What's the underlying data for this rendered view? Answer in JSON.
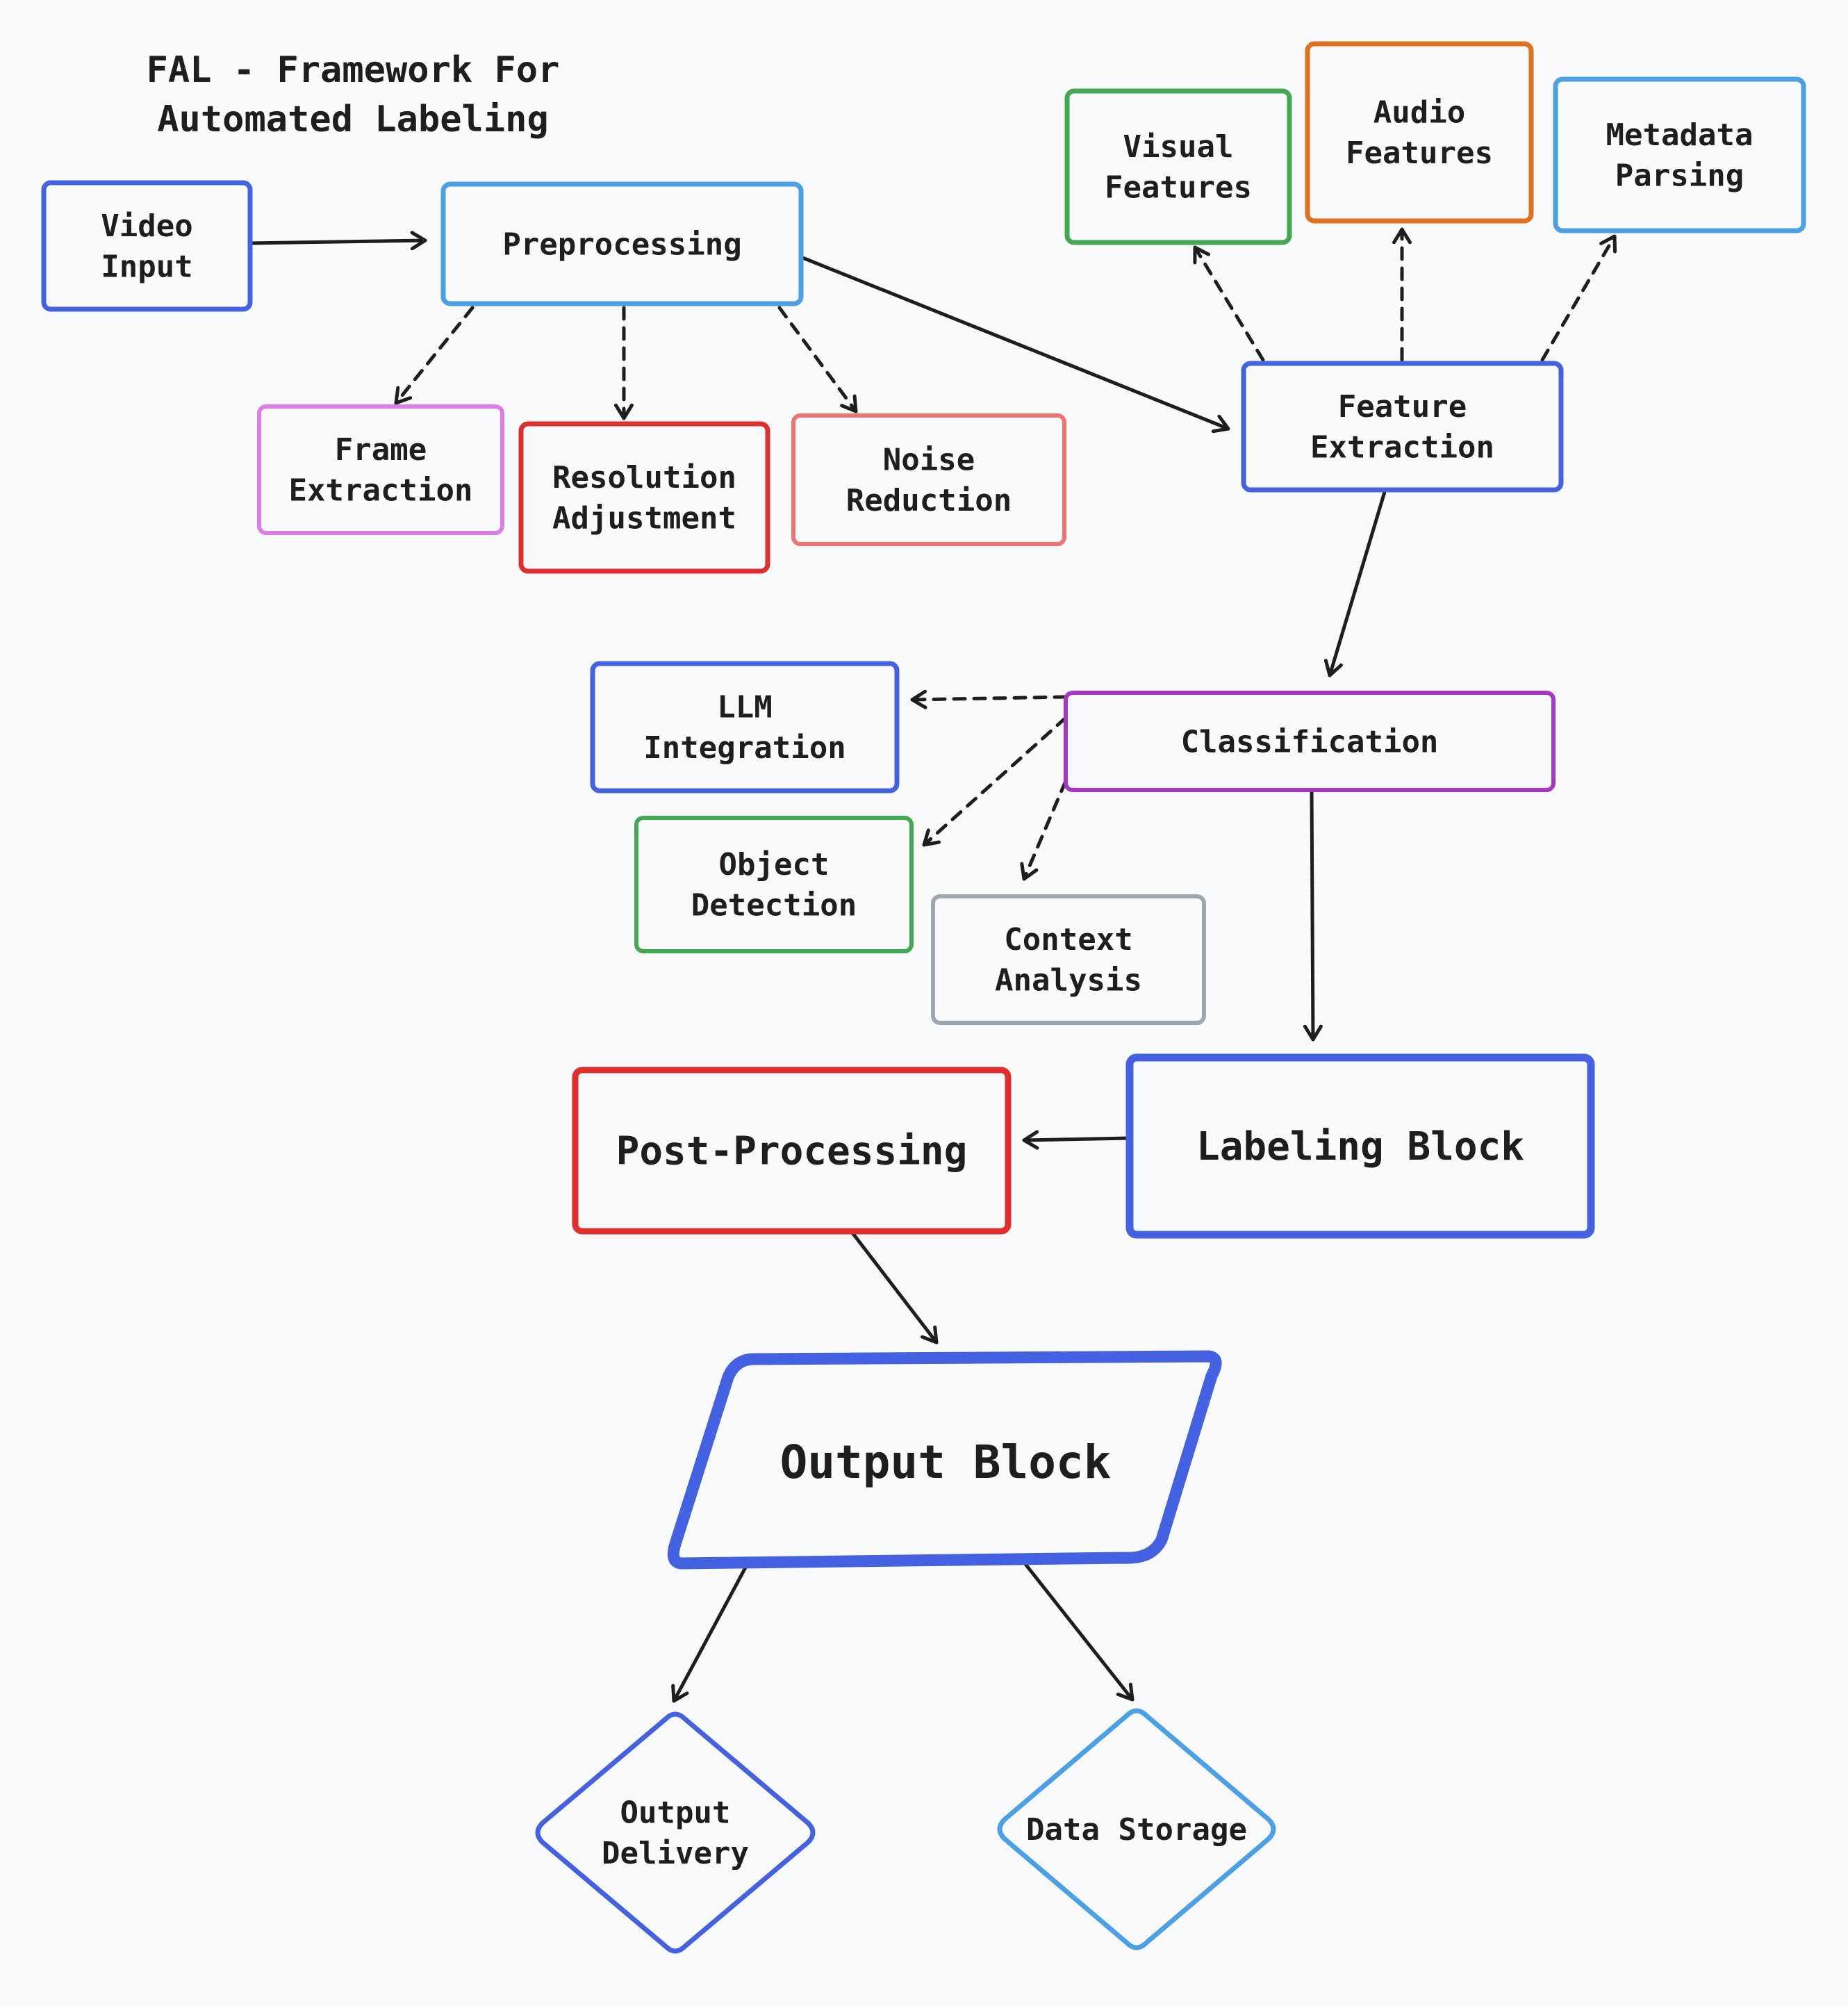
{
  "title": {
    "lines": [
      "FAL - Framework For",
      "Automated Labeling"
    ]
  },
  "colors": {
    "background": "#f8fafc",
    "text": "#1e1e1e",
    "royal_blue": "#4361e0",
    "sky_blue": "#4ca0e6",
    "green": "#43a853",
    "orange": "#e1701f",
    "violet": "#a636c4",
    "orchid": "#dd7ee6",
    "red": "#de2e2e",
    "salmon": "#f07272",
    "gray": "#9ea6b2"
  },
  "nodes": [
    {
      "id": "video_input",
      "name": "video-input-node",
      "lines": [
        "Video",
        "Input"
      ],
      "shape": "rect",
      "color": "royal_blue"
    },
    {
      "id": "preprocessing",
      "name": "preprocessing-node",
      "lines": [
        "Preprocessing"
      ],
      "shape": "rect",
      "color": "sky_blue"
    },
    {
      "id": "frame_extraction",
      "name": "frame-extraction-node",
      "lines": [
        "Frame",
        "Extraction"
      ],
      "shape": "rect",
      "color": "orchid"
    },
    {
      "id": "resolution_adjustment",
      "name": "resolution-adjustment-node",
      "lines": [
        "Resolution",
        "Adjustment"
      ],
      "shape": "rect",
      "color": "red"
    },
    {
      "id": "noise_reduction",
      "name": "noise-reduction-node",
      "lines": [
        "Noise",
        "Reduction"
      ],
      "shape": "rect",
      "color": "salmon"
    },
    {
      "id": "visual_features",
      "name": "visual-features-node",
      "lines": [
        "Visual",
        "Features"
      ],
      "shape": "rect",
      "color": "green"
    },
    {
      "id": "audio_features",
      "name": "audio-features-node",
      "lines": [
        "Audio",
        "Features"
      ],
      "shape": "rect",
      "color": "orange"
    },
    {
      "id": "metadata_parsing",
      "name": "metadata-parsing-node",
      "lines": [
        "Metadata",
        "Parsing"
      ],
      "shape": "rect",
      "color": "sky_blue"
    },
    {
      "id": "feature_extraction",
      "name": "feature-extraction-node",
      "lines": [
        "Feature",
        "Extraction"
      ],
      "shape": "rect",
      "color": "royal_blue"
    },
    {
      "id": "llm_integration",
      "name": "llm-integration-node",
      "lines": [
        "LLM",
        "Integration"
      ],
      "shape": "rect",
      "color": "royal_blue"
    },
    {
      "id": "classification",
      "name": "classification-node",
      "lines": [
        "Classification"
      ],
      "shape": "rect",
      "color": "violet"
    },
    {
      "id": "object_detection",
      "name": "object-detection-node",
      "lines": [
        "Object",
        "Detection"
      ],
      "shape": "rect",
      "color": "green"
    },
    {
      "id": "context_analysis",
      "name": "context-analysis-node",
      "lines": [
        "Context",
        "Analysis"
      ],
      "shape": "rect",
      "color": "gray"
    },
    {
      "id": "post_processing",
      "name": "post-processing-node",
      "lines": [
        "Post-Processing"
      ],
      "shape": "rect",
      "color": "red"
    },
    {
      "id": "labeling_block",
      "name": "labeling-block-node",
      "lines": [
        "Labeling Block"
      ],
      "shape": "rect",
      "color": "royal_blue"
    },
    {
      "id": "output_block",
      "name": "output-block-node",
      "lines": [
        "Output Block"
      ],
      "shape": "parallelogram",
      "color": "royal_blue"
    },
    {
      "id": "output_delivery",
      "name": "output-delivery-node",
      "lines": [
        "Output",
        "Delivery"
      ],
      "shape": "diamond",
      "color": "royal_blue"
    },
    {
      "id": "data_storage",
      "name": "data-storage-node",
      "lines": [
        "Data Storage"
      ],
      "shape": "diamond",
      "color": "sky_blue"
    }
  ],
  "edges": [
    {
      "from": "video_input",
      "to": "preprocessing",
      "style": "solid"
    },
    {
      "from": "preprocessing",
      "to": "frame_extraction",
      "style": "dashed"
    },
    {
      "from": "preprocessing",
      "to": "resolution_adjustment",
      "style": "dashed"
    },
    {
      "from": "preprocessing",
      "to": "noise_reduction",
      "style": "dashed"
    },
    {
      "from": "preprocessing",
      "to": "feature_extraction",
      "style": "solid"
    },
    {
      "from": "feature_extraction",
      "to": "visual_features",
      "style": "dashed"
    },
    {
      "from": "feature_extraction",
      "to": "audio_features",
      "style": "dashed"
    },
    {
      "from": "feature_extraction",
      "to": "metadata_parsing",
      "style": "dashed"
    },
    {
      "from": "feature_extraction",
      "to": "classification",
      "style": "solid"
    },
    {
      "from": "classification",
      "to": "llm_integration",
      "style": "dashed"
    },
    {
      "from": "classification",
      "to": "object_detection",
      "style": "dashed"
    },
    {
      "from": "classification",
      "to": "context_analysis",
      "style": "dashed"
    },
    {
      "from": "classification",
      "to": "labeling_block",
      "style": "solid"
    },
    {
      "from": "labeling_block",
      "to": "post_processing",
      "style": "solid"
    },
    {
      "from": "post_processing",
      "to": "output_block",
      "style": "solid"
    },
    {
      "from": "output_block",
      "to": "output_delivery",
      "style": "solid"
    },
    {
      "from": "output_block",
      "to": "data_storage",
      "style": "solid"
    }
  ]
}
